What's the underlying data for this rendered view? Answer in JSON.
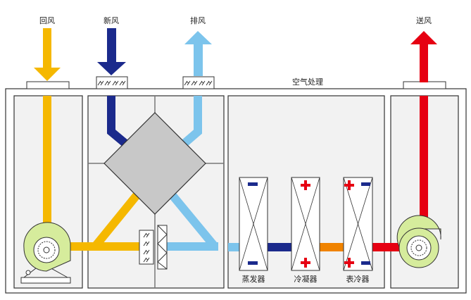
{
  "arrow_labels": {
    "return_air": "回风",
    "fresh_air": "新风",
    "exhaust_air": "排风",
    "supply_air": "送风"
  },
  "section_label": "空气处理",
  "components": {
    "evaporator": {
      "label": "蒸发器",
      "symbols": [
        "minus",
        "minus"
      ]
    },
    "condenser": {
      "label": "冷凝器",
      "symbols": [
        "plus",
        "plus"
      ]
    },
    "surface_cooler": {
      "label": "表冷器",
      "symbols": [
        "plus",
        "minus",
        "plus",
        "minus"
      ]
    }
  },
  "colors": {
    "return_air": "#f5b800",
    "fresh_air": "#1b2a8c",
    "exhaust_air": "#7cc4ec",
    "supply_air": "#e60012",
    "mid_duct": "#f08300",
    "fan_body": "#d6ec9c",
    "heat_exchanger": "#c8c8c8",
    "housing_fill": "#f2f2f2",
    "outline": "#333333"
  },
  "icons": {
    "fans": "centrifugal-fan-icon",
    "dampers": "damper-icon",
    "filter": "filter-icon",
    "heat_exchanger": "plate-heat-exchanger-icon"
  }
}
